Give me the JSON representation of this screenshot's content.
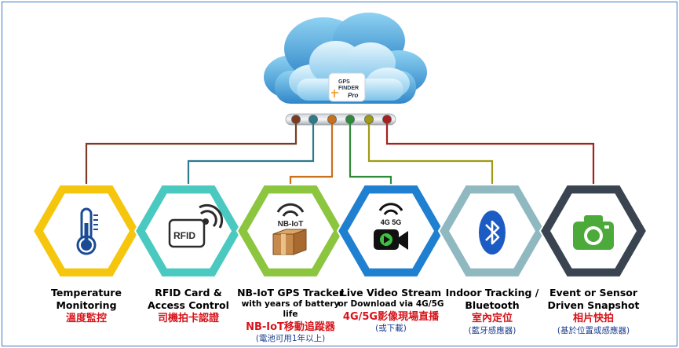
{
  "logo": {
    "line1": "GPS",
    "line2": "FINDER",
    "line3": "Pro"
  },
  "icon_texts": {
    "rfid": "RFID",
    "nbiot": "NB-IoT",
    "video": "4G 5G"
  },
  "colors": {
    "frame": "#3a78c2",
    "temperature": "#f6c60f",
    "rfid": "#49c9c0",
    "nbiot": "#8cc63f",
    "video": "#1f7fd0",
    "indoor": "#8fb8c0",
    "snapshot": "#3a4450",
    "chinese": "#d7141b",
    "chinese_note": "#1c3f8f"
  },
  "features": [
    {
      "id": "temperature",
      "icon": "thermometer-icon",
      "connector_color": "#7a3b22",
      "en_lines": [
        "Temperature",
        "Monitoring"
      ],
      "zh": "溫度監控"
    },
    {
      "id": "rfid",
      "icon": "rfid-card-icon",
      "connector_color": "#2e7a8c",
      "en_lines": [
        "RFID Card &",
        "Access Control"
      ],
      "zh": "司機拍卡認證"
    },
    {
      "id": "nbiot",
      "icon": "nbiot-box-icon",
      "connector_color": "#c8701a",
      "en_lines": [
        "NB-IoT GPS Tracker"
      ],
      "en_sub": "with years of battery life",
      "zh": "NB-IoT移動追蹤器",
      "zh_note": "(電池可用1年以上)"
    },
    {
      "id": "video",
      "icon": "video-camera-icon",
      "connector_color": "#2f8a3a",
      "en_lines": [
        "Live Video Stream"
      ],
      "en_sub": "or Download via 4G/5G",
      "zh": "4G/5G影像現場直播",
      "zh_note": "(或下載)"
    },
    {
      "id": "indoor",
      "icon": "bluetooth-icon",
      "connector_color": "#a09a16",
      "en_lines": [
        "Indoor Tracking /",
        "Bluetooth"
      ],
      "zh": "室內定位",
      "zh_note": "(藍牙感應器)"
    },
    {
      "id": "snapshot",
      "icon": "camera-icon",
      "connector_color": "#a52020",
      "en_lines": [
        "Event or Sensor",
        "Driven Snapshot"
      ],
      "zh": "相片快拍",
      "zh_note": "(基於位置或感應器)"
    }
  ]
}
